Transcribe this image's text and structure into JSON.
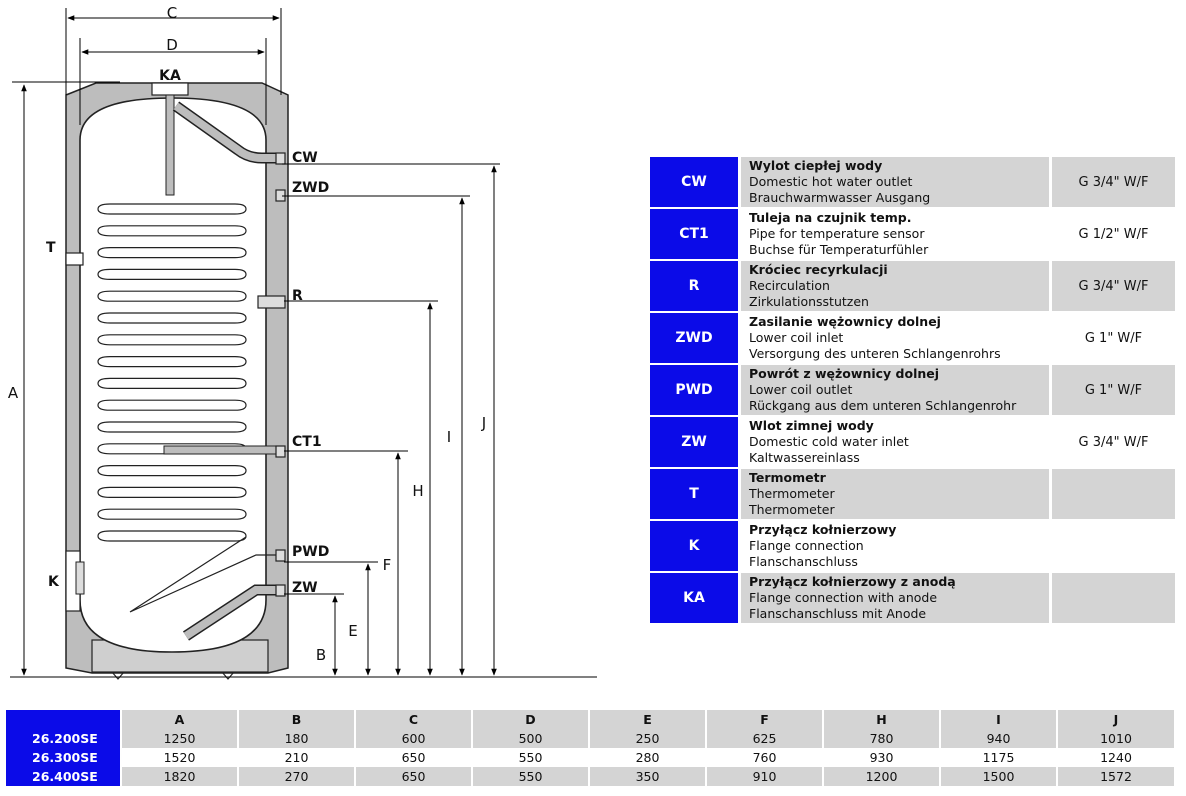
{
  "diagram": {
    "dimension_letters": {
      "A": "A",
      "B": "B",
      "C": "C",
      "D": "D",
      "E": "E",
      "F": "F",
      "H": "H",
      "I": "I",
      "J": "J"
    },
    "connection_labels": {
      "KA": "KA",
      "CW": "CW",
      "ZWD": "ZWD",
      "R": "R",
      "CT1": "CT1",
      "PWD": "PWD",
      "ZW": "ZW",
      "T": "T",
      "K": "K"
    }
  },
  "connections": [
    {
      "code": "CW",
      "pl": "Wylot ciepłej wody",
      "en": "Domestic hot water outlet",
      "de": "Brauchwarmwasser Ausgang",
      "thread": "G 3/4\" W/F"
    },
    {
      "code": "CT1",
      "pl": "Tuleja na czujnik temp.",
      "en": "Pipe for temperature sensor",
      "de": "Buchse für Temperaturfühler",
      "thread": "G 1/2\" W/F"
    },
    {
      "code": "R",
      "pl": "Króciec recyrkulacji",
      "en": "Recirculation",
      "de": "Zirkulationsstutzen",
      "thread": "G 3/4\" W/F"
    },
    {
      "code": "ZWD",
      "pl": "Zasilanie wężownicy dolnej",
      "en": "Lower coil inlet",
      "de": "Versorgung des unteren Schlangenrohrs",
      "thread": "G 1\" W/F"
    },
    {
      "code": "PWD",
      "pl": "Powrót z wężownicy dolnej",
      "en": "Lower coil outlet",
      "de": "Rückgang aus dem unteren Schlangenrohr",
      "thread": "G 1\" W/F"
    },
    {
      "code": "ZW",
      "pl": "Wlot zimnej wody",
      "en": "Domestic cold water inlet",
      "de": "Kaltwassereinlass",
      "thread": "G 3/4\" W/F"
    },
    {
      "code": "T",
      "pl": "Termometr",
      "en": "Thermometer",
      "de": "Thermometer",
      "thread": ""
    },
    {
      "code": "K",
      "pl": "Przyłącz kołnierzowy",
      "en": "Flange connection",
      "de": "Flanschanschluss",
      "thread": ""
    },
    {
      "code": "KA",
      "pl": "Przyłącz kołnierzowy z anodą",
      "en": "Flange connection with anode",
      "de": "Flanschanschluss mit Anode",
      "thread": ""
    }
  ],
  "dimensions": {
    "headers": [
      "A",
      "B",
      "C",
      "D",
      "E",
      "F",
      "H",
      "I",
      "J"
    ],
    "rows": [
      {
        "model": "26.200SE",
        "values": [
          "1250",
          "180",
          "600",
          "500",
          "250",
          "625",
          "780",
          "940",
          "1010"
        ]
      },
      {
        "model": "26.300SE",
        "values": [
          "1520",
          "210",
          "650",
          "550",
          "280",
          "760",
          "930",
          "1175",
          "1240"
        ]
      },
      {
        "model": "26.400SE",
        "values": [
          "1820",
          "270",
          "650",
          "550",
          "350",
          "910",
          "1200",
          "1500",
          "1572"
        ]
      }
    ]
  },
  "colors": {
    "code_cell": "#0b0be8",
    "row_shade": "#d4d4d4",
    "insulation": "#bdbdbd",
    "tank": "#ffffff"
  }
}
